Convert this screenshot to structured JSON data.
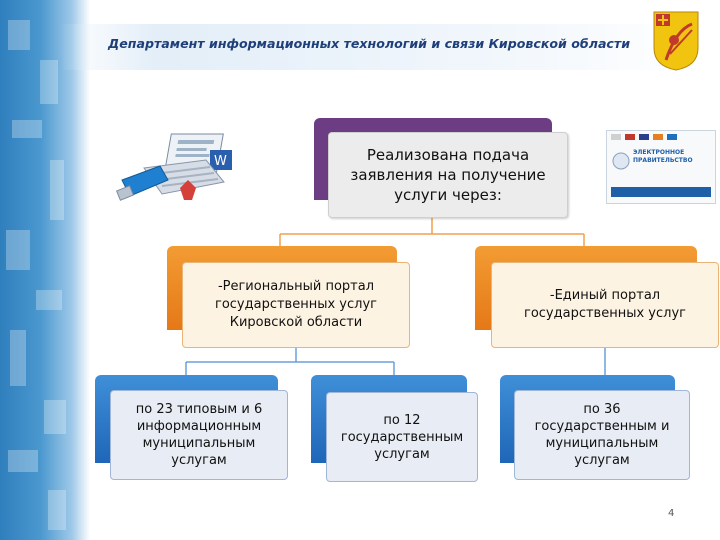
{
  "header": {
    "title": "Департамент информационных технологий и связи Кировской области"
  },
  "top_box": {
    "text": "Реализована подача заявления на получение услуги через:"
  },
  "portals": [
    {
      "text": "-Региональный портал государственных услуг Кировской области"
    },
    {
      "text": "-Единый портал государственных услуг"
    }
  ],
  "services": [
    {
      "text": "по 23 типовым и 6 информационным муниципальным услугам"
    },
    {
      "text": "по 12 государственным услугам"
    },
    {
      "text": "по 36 государственным и муниципальным услугам"
    }
  ],
  "portal_thumbnail": {
    "label": "ЭЛЕКТРОННОЕ ПРАВИТЕЛЬСТВО"
  },
  "page_number": "4",
  "colors": {
    "purple": "#6c3d83",
    "orange": "#ef8a25",
    "blue": "#2b78c6",
    "header_text": "#1f3f7a"
  },
  "icons": {
    "clipart": "usb-keyboard-documents-icon",
    "emblem": "kirov-coat-of-arms-icon"
  }
}
